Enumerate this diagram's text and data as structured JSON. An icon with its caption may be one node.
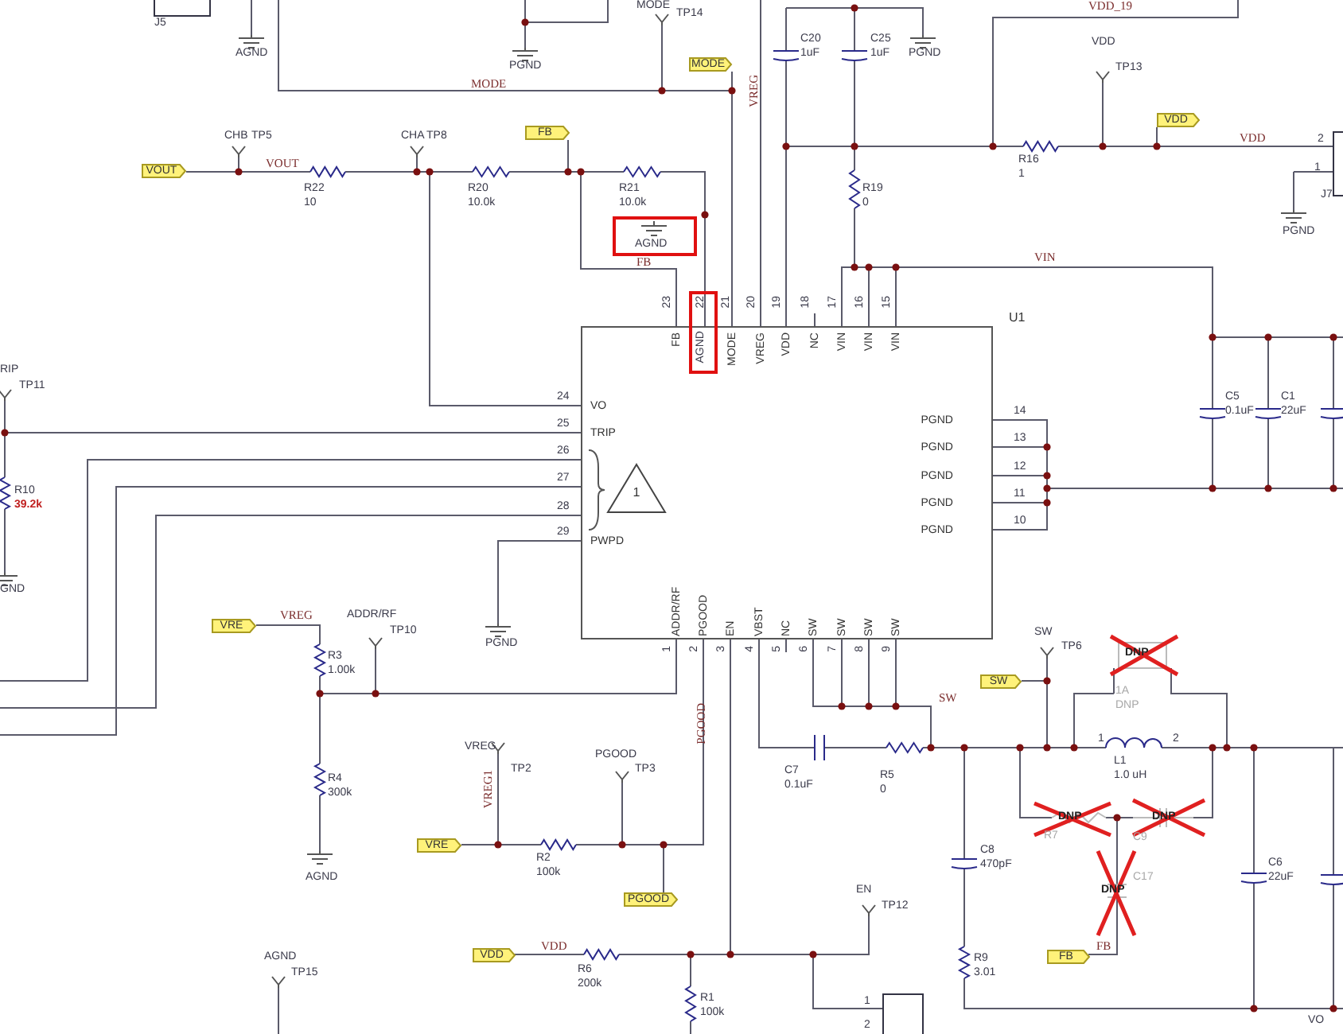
{
  "diagram": {
    "nodes": [
      {
        "text": [
          "FB",
          "MODE",
          "VREG",
          "VDD",
          "NC",
          "VIN",
          "VIN",
          "VIN",
          "VO",
          "TRIP",
          "PWPD",
          "PGND",
          "PGND",
          "PGND",
          "PGND",
          "PGND",
          "ADDR/RF",
          "PGOOD",
          "EN",
          "VBST",
          "NC",
          "SW",
          "SW",
          "SW",
          "SW"
        ],
        "beside": [
          "U1"
        ]
      },
      {
        "text": [
          "1"
        ],
        "in": 0
      },
      {
        "text": [
          "AGND"
        ]
      },
      {
        "text": [
          "22",
          "AGND"
        ]
      },
      {
        "text": [
          "MODE"
        ]
      },
      {
        "text": [
          "VOUT"
        ]
      },
      {
        "text": [
          "FB"
        ]
      },
      {
        "text": [
          "VDD"
        ]
      },
      {
        "text": [
          "VRE"
        ]
      },
      {
        "text": [
          "SW"
        ]
      },
      {
        "text": [
          "VRE"
        ]
      },
      {
        "text": [
          "PGOOD"
        ]
      },
      {
        "text": [
          "VDD"
        ]
      },
      {
        "text": [
          "FB"
        ]
      }
    ],
    "edges": [
      {
        "from": 0,
        "to": 4,
        "arrow": "none"
      },
      {
        "from": 0,
        "to": 6,
        "arrow": "none"
      },
      {
        "from": 0,
        "to": 11,
        "arrow": "none"
      },
      {
        "from": 0,
        "to": 9,
        "arrow": "none"
      }
    ],
    "labels": [
      "J5",
      "AGND",
      "PGND",
      "MODE",
      "TP14",
      "MODE",
      "VREG",
      "C20",
      "1uF",
      "C25",
      "1uF",
      "PGND",
      "VDD_19",
      "VDD",
      "TP13",
      "VDD",
      "2",
      "R16",
      "1",
      "CHB",
      "TP5",
      "CHA",
      "TP8",
      "VOUT",
      "R22",
      "10",
      "R20",
      "10.0k",
      "R21",
      "10.0k",
      "R19",
      "0",
      "1",
      "J7",
      "PGND",
      "VIN",
      "FB",
      "23",
      "21",
      "20",
      "19",
      "18",
      "17",
      "16",
      "15",
      "C5",
      "0.1uF",
      "C1",
      "22uF",
      "RIP",
      "TP11",
      "24",
      "25",
      "26",
      "27",
      "28",
      "29",
      "R10",
      "39.2k",
      "GND",
      "14",
      "13",
      "12",
      "11",
      "10",
      "PGND",
      "ADDR/RF",
      "TP10",
      "VREG",
      "R3",
      "1.00k",
      "1",
      "2",
      "3",
      "4",
      "5",
      "6",
      "7",
      "8",
      "9",
      "SW",
      "TP6",
      "DNP",
      "1A",
      "DNP",
      "SW",
      "PGOOD",
      "R4",
      "300k",
      "AGND",
      "1",
      "2",
      "L1",
      "1.0 uH",
      "C7",
      "0.1uF",
      "R5",
      "0",
      "VREG",
      "TP2",
      "PGOOD",
      "TP3",
      "VREG1",
      "DNP",
      "DNP",
      "R7",
      "C9",
      "R2",
      "C8",
      "C6",
      "100k",
      "470pF",
      "C17",
      "22uF",
      "EN",
      "DNP",
      "TP12",
      "AGND",
      "VDD",
      "R9",
      "FB",
      "TP15",
      "R6",
      "3.01",
      "200k",
      "R1",
      "1",
      "100k",
      "VO",
      "2"
    ]
  }
}
